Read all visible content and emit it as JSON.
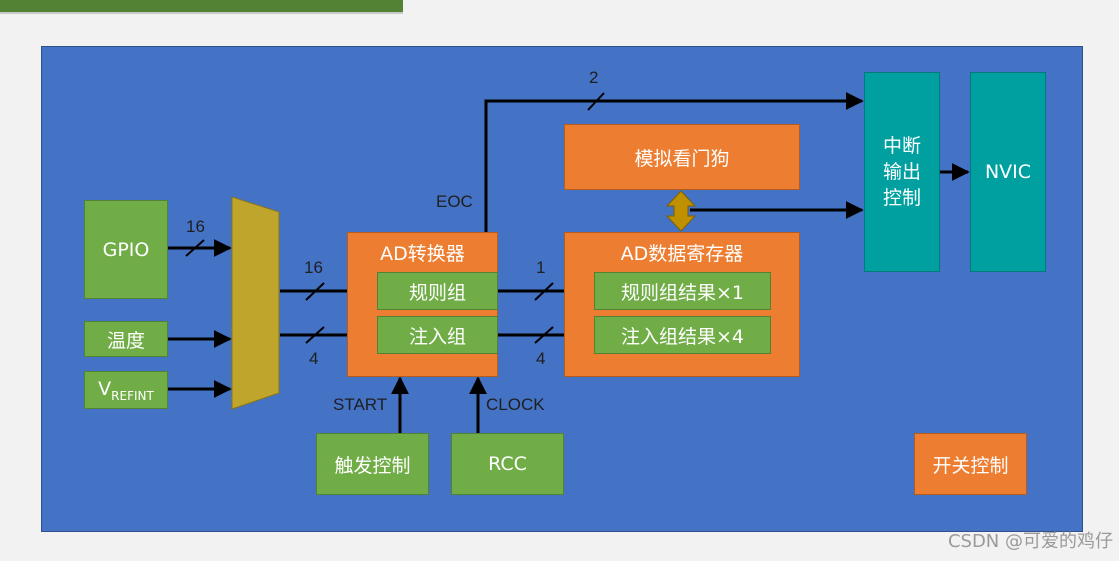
{
  "diagram": {
    "blocks": {
      "gpio": "GPIO",
      "temp": "温度",
      "vrefint_main": "V",
      "vrefint_sub": "REFINT",
      "ad_converter": "AD转换器",
      "regular_group": "规则组",
      "injected_group": "注入组",
      "analog_watchdog": "模拟看门狗",
      "ad_data_register": "AD数据寄存器",
      "regular_result": "规则组结果×1",
      "injected_result": "注入组结果×4",
      "interrupt_output_line1": "中断",
      "interrupt_output_line2": "输出",
      "interrupt_output_line3": "控制",
      "nvic": "NVIC",
      "trigger_control": "触发控制",
      "rcc": "RCC",
      "switch_control": "开关控制"
    },
    "labels": {
      "gpio_bus_width": "16",
      "mux_regular_width": "16",
      "mux_injected_width": "4",
      "regular_data_width": "1",
      "injected_data_width": "4",
      "eoc_width": "2",
      "eoc": "EOC",
      "start": "START",
      "clock": "CLOCK"
    },
    "colors": {
      "background": "#4472c4",
      "green_block": "#70ad47",
      "orange_block": "#ed7d31",
      "teal_block": "#00a0a0",
      "mux": "#bfa52b"
    }
  },
  "watermark": "CSDN @可爱的鸡仔"
}
